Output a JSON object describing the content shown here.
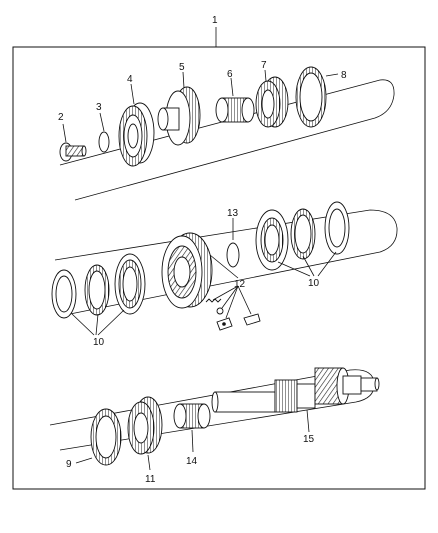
{
  "labels": {
    "l1": "1",
    "l2": "2",
    "l3": "3",
    "l4": "4",
    "l5": "5",
    "l6": "6",
    "l7": "7",
    "l8": "8",
    "l9": "9",
    "l10a": "10",
    "l10b": "10",
    "l11": "11",
    "l12": "12",
    "l13": "13",
    "l14": "14",
    "l15": "15"
  }
}
